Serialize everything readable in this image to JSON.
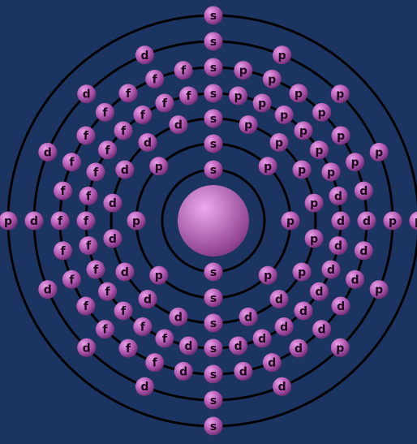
{
  "colors": {
    "background": "#1c3461",
    "shell_ring": "#000000",
    "electron_light": "#e8a0e8",
    "electron_mid": "#b45ab4",
    "electron_dark": "#6e2a70",
    "electron_label": "#1a0a1a",
    "nucleus_light": "#ecaaec",
    "nucleus_dark": "#8a3c8c"
  },
  "diagram": {
    "shells": [
      {
        "n": 1,
        "electrons": [
          "s",
          "s"
        ]
      },
      {
        "n": 2,
        "electrons": [
          "s",
          "s",
          "p",
          "p",
          "p",
          "p",
          "p",
          "p"
        ]
      },
      {
        "n": 3,
        "electrons": [
          "s",
          "s",
          "p",
          "p",
          "p",
          "p",
          "p",
          "p",
          "d",
          "d",
          "d",
          "d",
          "d",
          "d",
          "d",
          "d",
          "d",
          "d"
        ]
      },
      {
        "n": 4,
        "electrons": [
          "s",
          "s",
          "p",
          "p",
          "p",
          "p",
          "p",
          "p",
          "d",
          "d",
          "d",
          "d",
          "d",
          "d",
          "d",
          "d",
          "d",
          "d",
          "f",
          "f",
          "f",
          "f",
          "f",
          "f",
          "f",
          "f",
          "f",
          "f",
          "f",
          "f",
          "f",
          "f"
        ]
      },
      {
        "n": 5,
        "electrons": [
          "s",
          "s",
          "p",
          "p",
          "p",
          "p",
          "p",
          "p",
          "d",
          "d",
          "d",
          "d",
          "d",
          "d",
          "d",
          "d",
          "d",
          "d",
          "f",
          "f",
          "f",
          "f",
          "f",
          "f",
          "f",
          "f",
          "f",
          "f",
          "f",
          "f",
          "f",
          "f"
        ]
      },
      {
        "n": 6,
        "electrons": [
          "s",
          "s",
          "p",
          "p",
          "p",
          "p",
          "p",
          "p",
          "d",
          "d",
          "d",
          "d",
          "d",
          "d",
          "d",
          "d"
        ]
      },
      {
        "n": 7,
        "electrons": [
          "s",
          "s",
          "p",
          "p"
        ]
      }
    ]
  }
}
